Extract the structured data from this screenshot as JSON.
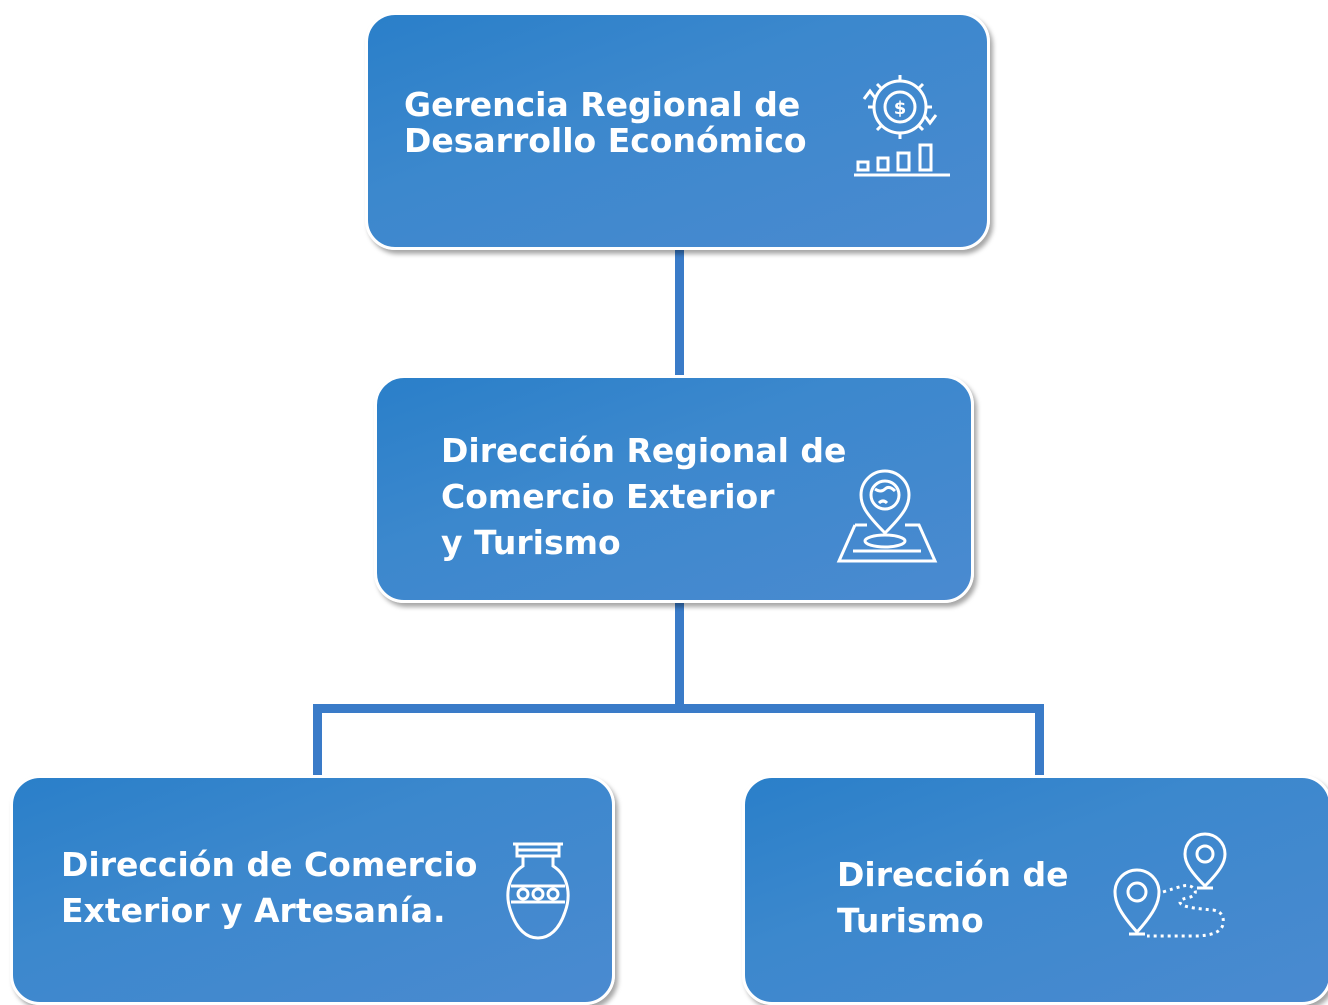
{
  "nodes": {
    "gerencia": {
      "lines": [
        "Gerencia Regional de",
        "Desarrollo Económico"
      ],
      "icon": "economic-gear-dollar-icon"
    },
    "direccion_regional": {
      "lines": [
        "Dirección Regional de",
        "Comercio Exterior",
        "y Turismo"
      ],
      "icon": "map-location-globe-icon"
    },
    "comercio": {
      "lines": [
        "Dirección de Comercio",
        "Exterior y Artesanía."
      ],
      "icon": "vase-craft-icon"
    },
    "turismo": {
      "lines": [
        "Dirección de",
        "Turismo"
      ],
      "icon": "route-pins-icon"
    }
  },
  "colors": {
    "box": "#3c88cd",
    "connector": "#3a7bc8",
    "text": "#ffffff"
  }
}
